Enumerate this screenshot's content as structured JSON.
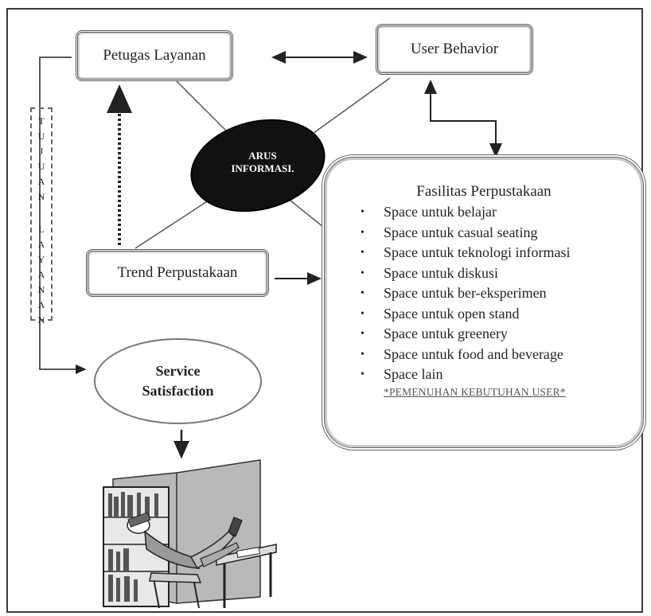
{
  "diagram": {
    "nodes": {
      "petugas_layanan": "Petugas Layanan",
      "user_behavior": "User Behavior",
      "arus_informasi": "ARUS INFORMASI.",
      "trend_perpustakaan": "Trend Perpustakaan",
      "service_satisfaction_line1": "Service",
      "service_satisfaction_line2": "Satisfaction",
      "tujuan_layanan": "TUJUAN LAYANAN"
    },
    "fasilitas": {
      "title": "Fasilitas Perpustakaan",
      "bullet": "•",
      "items": [
        "Space untuk belajar",
        "Space untuk casual seating",
        "Space untuk teknologi informasi",
        "Space untuk diskusi",
        "Space untuk ber-eksperimen",
        "Space untuk open stand",
        "Space untuk greenery",
        "Space untuk food and beverage",
        "Space lain"
      ],
      "note": "*PEMENUHAN KEBUTUHAN USER*"
    },
    "edges": [
      {
        "from": "Petugas Layanan",
        "to": "User Behavior",
        "style": "double-arrow"
      },
      {
        "from": "User Behavior",
        "to": "Fasilitas Perpustakaan",
        "style": "double-arrow"
      },
      {
        "from": "Trend Perpustakaan",
        "to": "Fasilitas Perpustakaan",
        "style": "arrow"
      },
      {
        "from": "Trend Perpustakaan",
        "to": "Petugas Layanan",
        "style": "dotted-arrow"
      },
      {
        "from": "Petugas Layanan",
        "to": "Service Satisfaction",
        "style": "bracket-arrow"
      },
      {
        "from": "Service Satisfaction",
        "to": "illustration",
        "style": "arrow"
      },
      {
        "from": "ARUS INFORMASI.",
        "to": "Petugas Layanan",
        "style": "line"
      },
      {
        "from": "ARUS INFORMASI.",
        "to": "User Behavior",
        "style": "line"
      },
      {
        "from": "ARUS INFORMASI.",
        "to": "Trend Perpustakaan",
        "style": "line"
      },
      {
        "from": "ARUS INFORMASI.",
        "to": "Fasilitas Perpustakaan",
        "style": "line"
      }
    ]
  },
  "illustration": "student-reading-in-library-icon",
  "colors": {
    "ink": "#222222",
    "ellipse_fill": "#111111",
    "box_border": "#555555"
  }
}
